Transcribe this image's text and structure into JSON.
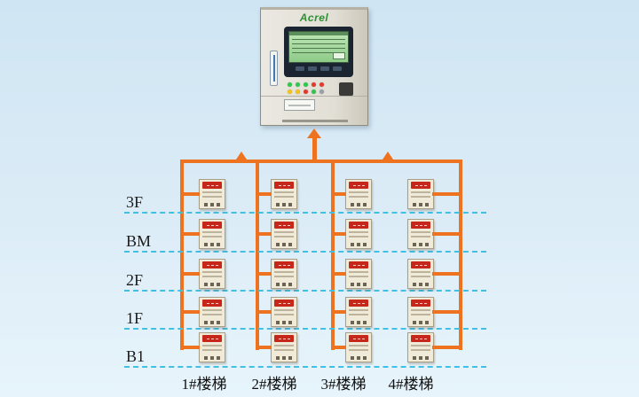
{
  "cabinet": {
    "brand": "Acrel",
    "led_rows": [
      [
        "#2ec84e",
        "#2ec84e",
        "#2ec84e",
        "#e23a2c",
        "#e23a2c"
      ],
      [
        "#f2c21d",
        "#f2c21d",
        "#e23a2c",
        "#2ec84e",
        "#9aa0a8"
      ]
    ]
  },
  "colors": {
    "bus_orange": "#ee7320",
    "floor_divider_cyan": "#41c0e3",
    "device_label_red": "#c6271a",
    "brand_green": "#2f8f35",
    "background_blue": "#d8eaf6"
  },
  "floors": [
    {
      "label": "3F"
    },
    {
      "label": "BM"
    },
    {
      "label": "2F"
    },
    {
      "label": "1F"
    },
    {
      "label": "B1"
    }
  ],
  "staircases": [
    {
      "label": "1#楼梯"
    },
    {
      "label": "2#楼梯"
    },
    {
      "label": "3#楼梯"
    },
    {
      "label": "4#楼梯"
    }
  ]
}
